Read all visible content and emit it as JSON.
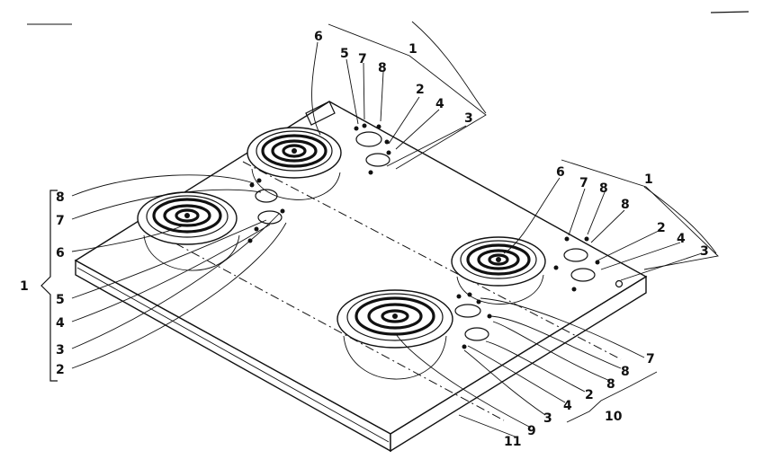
{
  "callouts": {
    "top_group_bracket": "1",
    "top_6": "6",
    "top_5": "5",
    "top_7": "7",
    "top_8": "8",
    "top_2": "2",
    "top_4": "4",
    "top_3": "3",
    "right_group_bracket": "1",
    "right_6": "6",
    "right_7": "7",
    "right_8a": "8",
    "right_8b": "8",
    "right_2": "2",
    "right_4": "4",
    "right_3": "3",
    "left_group_bracket": "1",
    "left_8": "8",
    "left_7": "7",
    "left_6": "6",
    "left_5": "5",
    "left_4": "4",
    "left_3": "3",
    "left_2": "2",
    "bottom_7": "7",
    "bottom_8a": "8",
    "bottom_8b": "8",
    "bottom_2": "2",
    "bottom_4": "4",
    "bottom_3": "3",
    "bottom_9": "9",
    "bottom_10": "10",
    "bottom_11": "11"
  }
}
